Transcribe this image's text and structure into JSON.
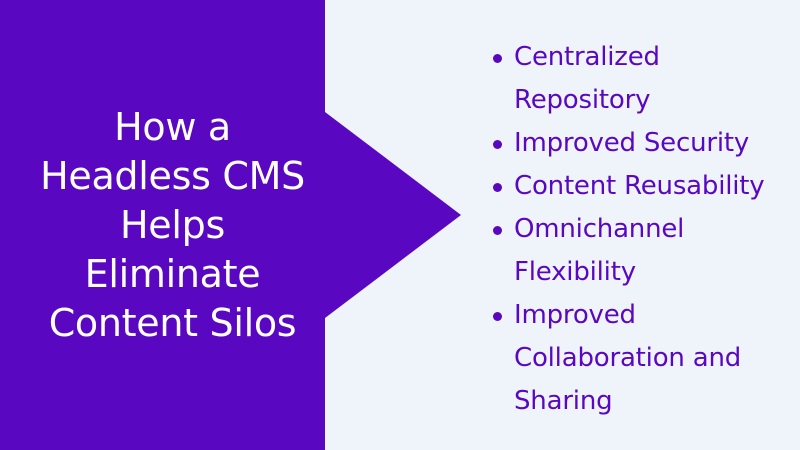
{
  "colors": {
    "panel": "#5a07c2",
    "background": "#eef4f9",
    "headline_text": "#ffffff",
    "list_text": "#5a07c2"
  },
  "headline": {
    "lines": [
      "How a",
      "Headless CMS",
      "Helps",
      "Eliminate",
      "Content Silos"
    ]
  },
  "benefits": {
    "items": [
      {
        "lines": [
          "Centralized",
          "Repository"
        ]
      },
      {
        "lines": [
          "Improved Security"
        ]
      },
      {
        "lines": [
          "Content Reusability"
        ]
      },
      {
        "lines": [
          "Omnichannel",
          "Flexibility"
        ]
      },
      {
        "lines": [
          "Improved",
          "Collaboration and",
          "Sharing"
        ]
      }
    ]
  }
}
